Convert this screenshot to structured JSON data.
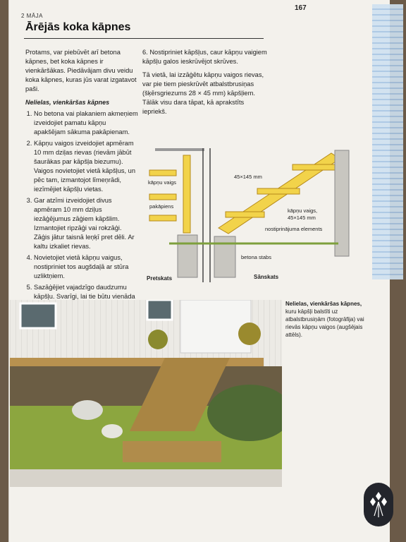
{
  "header": {
    "section": "2 MĀJA",
    "page_number": "167"
  },
  "title": "Ārējās koka kāpnes",
  "col1": {
    "intro": "Protams, var piebūvēt arī betona kāpnes, bet koka kāpnes ir vienkāršākas. Piedāvājam divu veidu koka kāpnes, kuras jūs varat izgatavot paši.",
    "subheading": "Nelielas, vienkāršas kāpnes",
    "steps": [
      "No betona vai plakaniem akmeņiem izveidojiet pamatu kāpņu apakšējam sākuma pakāpienam.",
      "Kāpņu vaigos izveidojiet apmēram 10 mm dziļas rievas (rievām jābūt šaurākas par kāpšļa biezumu). Vaigos novietojiet vietā kāpšļus, un pēc tam, izmantojot līmeņrādi, iezīmējiet kāpšļu vietas.",
      "Gar atzīmi izveidojiet divus apmēram 10 mm dziļus iezāģējumus zāģiem kāpšlim. Izmantojiet ripzāģi vai rokzāģi. Zāģis jātur taisnā leņķī pret dēli. Ar kaltu izkaliet rievas.",
      "Novietojiet vietā kāpņu vaigus, nostipriniet tos augšdaļā ar stūra uzliktņiem.",
      "Sazāģējiet vajadzīgo daudzumu kāpšļu. Svarīgi, lai tie būtu vienāda garuma. Iedzeniet tos rievās."
    ]
  },
  "col2": {
    "step6": "6. Nostipriniet kāpšļus, caur kāpņu vaigiem kāpšļu galos ieskrūvējot skrūves.",
    "para": "Tā vietā, lai izzāģētu kāpņu vaigos rievas, var pie tiem pieskrūvēt atbalstbrusiņas (šķērsgriezums 28 × 45 mm) kāpšļiem. Tālāk visu dara tāpat, kā aprakstīts iepriekš."
  },
  "diagram": {
    "labels": {
      "kapnu_vaigs": "kāpņu vaigs",
      "pakapiens": "pakāpiens",
      "dim1": "45×145 mm",
      "kapnu_vaigs2": "kāpņu vaigs,",
      "dim2": "45×145 mm",
      "nostiprinajuma": "nostiprinājuma elements",
      "betona": "betona stabs",
      "pretskats": "Pretskats",
      "sanskats": "Sānskats"
    }
  },
  "caption": {
    "bold": "Nelielas, vienkāršas kāpnes,",
    "rest": "kuru kāpšļi balstīti uz atbalstbrusiņām (fotogrāfija) vai rievās kāpņu vaigos (augšējais attēls)."
  },
  "colors": {
    "wood": "#f2d34a",
    "wood_edge": "#b68a1a",
    "concrete": "#c8c6c0",
    "grass": "#7ea03c"
  }
}
